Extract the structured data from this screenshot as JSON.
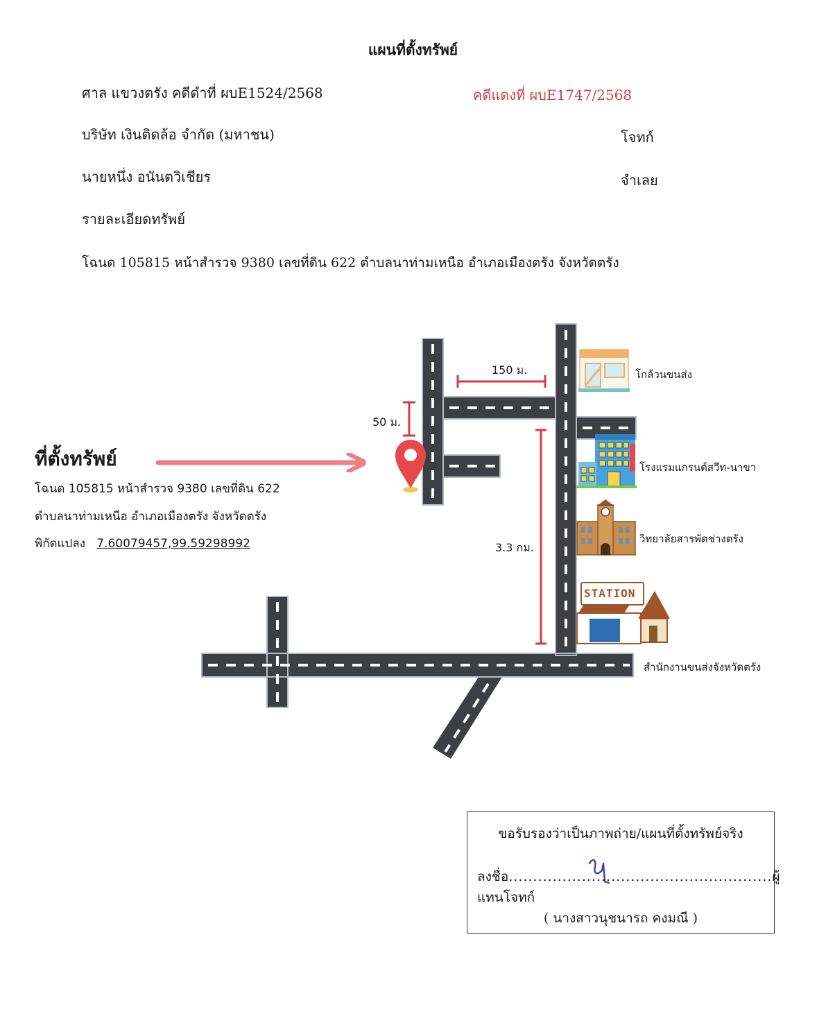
{
  "header": {
    "title": "แผนที่ตั้งทรัพย์",
    "court_line": "ศาล  แขวงตรัง คดีดำที่ ผบE1524/2568",
    "red_case": "คดีแดงที่ ผบE1747/2568",
    "plaintiff_name": "บริษัท เงินติดล้อ จำกัด (มหาชน)",
    "plaintiff_role": "โจทก์",
    "defendant_name": "นายหนึ่ง อนันตวิเชียร",
    "defendant_role": "จำเลย",
    "asset_heading": "รายละเอียดทรัพย์",
    "asset_detail": "โฉนด 105815 หน้าสำรวจ 9380 เลขที่ดิน 622 ตำบลนาท่ามเหนือ อำเภอเมืองตรัง จังหวัดตรัง"
  },
  "location": {
    "title": "ที่ตั้งทรัพย์",
    "line1": "โฉนด 105815 หน้าสำรวจ 9380 เลขที่ดิน 622",
    "line2": "ตำบลนาท่ามเหนือ อำเภอเมืองตรัง จังหวัดตรัง",
    "coord_label": "พิกัดแปลง",
    "coord_value": "7.60079457,99.59298992"
  },
  "map": {
    "dist_150": "150 ม.",
    "dist_50": "50 ม.",
    "dist_33": "3.3 กม.",
    "station_sign": "STATION",
    "landmarks": {
      "shop": "โกล้วนขนส่ง",
      "hotel": "โรงแรมแกรนด์สวีท-นาขา",
      "college": "วิทยาลัยสารพัดช่างตรัง",
      "transport_office": "สำนักงานขนส่งจังหวัดตรัง"
    },
    "colors": {
      "road": "#3d3f44",
      "marker": "#e8474c",
      "arrow": "#ee7f86",
      "dimension": "#d83a44"
    }
  },
  "certification": {
    "statement": "ขอรับรองว่าเป็นภาพถ่าย/แผนที่ตั้งทรัพย์จริง",
    "sign_prefix": "ลงชื่อ",
    "sign_suffix": "ผู้แทนโจทก์",
    "signer_name": "( นางสาวนุชนารถ คงมณี )"
  }
}
